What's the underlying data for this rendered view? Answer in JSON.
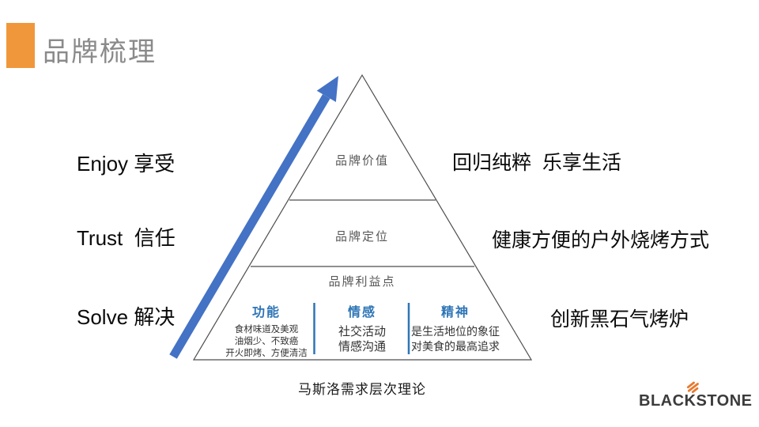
{
  "title": {
    "text": "品牌梳理"
  },
  "colors": {
    "accent_orange": "#F0973B",
    "title_gray": "#8A8A8A",
    "heading_blue": "#2E75B6",
    "arrow_blue": "#4472C4",
    "outline_gray": "#4D4D4D",
    "logo_dark": "#3B3B3B",
    "logo_flame_orange": "#E8792E"
  },
  "left_labels": [
    {
      "text": "Enjoy 享受"
    },
    {
      "text": "Trust  信任"
    },
    {
      "text": "Solve 解决"
    }
  ],
  "right_labels": [
    {
      "text": "回归纯粹  乐享生活"
    },
    {
      "text": "健康方便的户外烧烤方式"
    },
    {
      "text": "创新黑石气烤炉"
    }
  ],
  "pyramid": {
    "levels": [
      {
        "label": "品牌价值"
      },
      {
        "label": "品牌定位"
      },
      {
        "label": "品牌利益点"
      }
    ],
    "columns": [
      {
        "heading": "功能",
        "lines": [
          "食材味道及美观",
          "油烟少、不致癌",
          "开火即烤、方便清洁"
        ]
      },
      {
        "heading": "情感",
        "lines": [
          "社交活动",
          "情感沟通"
        ]
      },
      {
        "heading": "精神",
        "lines": [
          "是生活地位的象征",
          "对美食的最高追求"
        ]
      }
    ],
    "caption": "马斯洛需求层次理论"
  },
  "logo": {
    "text": "BLACKSTONE",
    "icon": "flame-icon"
  }
}
